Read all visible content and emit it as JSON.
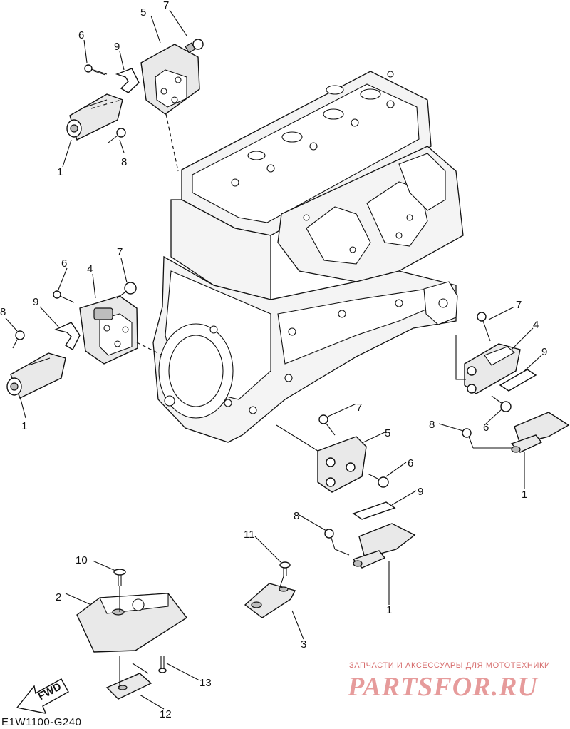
{
  "diagram": {
    "code": "E1W1100-G240",
    "fwd_label": "FWD",
    "callouts": [
      {
        "id": "c-7a",
        "text": "7"
      },
      {
        "id": "c-5a",
        "text": "5"
      },
      {
        "id": "c-6a",
        "text": "6"
      },
      {
        "id": "c-9a",
        "text": "9"
      },
      {
        "id": "c-8a",
        "text": "8"
      },
      {
        "id": "c-1a",
        "text": "1"
      },
      {
        "id": "c-6b",
        "text": "6"
      },
      {
        "id": "c-7b",
        "text": "7"
      },
      {
        "id": "c-4a",
        "text": "4"
      },
      {
        "id": "c-9b",
        "text": "9"
      },
      {
        "id": "c-8b",
        "text": "8"
      },
      {
        "id": "c-1b",
        "text": "1"
      },
      {
        "id": "c-7c",
        "text": "7"
      },
      {
        "id": "c-4b",
        "text": "4"
      },
      {
        "id": "c-9c",
        "text": "9"
      },
      {
        "id": "c-6c",
        "text": "6"
      },
      {
        "id": "c-8c",
        "text": "8"
      },
      {
        "id": "c-1c",
        "text": "1"
      },
      {
        "id": "c-7d",
        "text": "7"
      },
      {
        "id": "c-5b",
        "text": "5"
      },
      {
        "id": "c-6d",
        "text": "6"
      },
      {
        "id": "c-9d",
        "text": "9"
      },
      {
        "id": "c-8d",
        "text": "8"
      },
      {
        "id": "c-1d",
        "text": "1"
      },
      {
        "id": "c-10",
        "text": "10"
      },
      {
        "id": "c-11",
        "text": "11"
      },
      {
        "id": "c-2",
        "text": "2"
      },
      {
        "id": "c-3",
        "text": "3"
      },
      {
        "id": "c-13",
        "text": "13"
      },
      {
        "id": "c-12",
        "text": "12"
      }
    ]
  },
  "watermark": {
    "tagline": "ЗАПЧАСТИ И АКСЕССУАРЫ ДЛЯ МОТОТЕХНИКИ",
    "brand": "PARTSFOR.RU"
  }
}
